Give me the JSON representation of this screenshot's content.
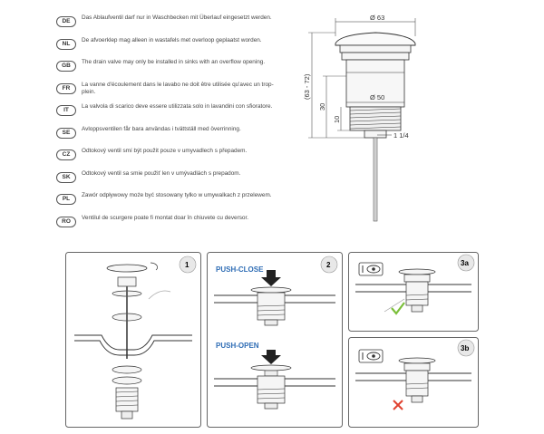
{
  "languages": [
    {
      "code": "DE",
      "text": "Das Ablaufventil darf nur in Waschbecken mit Überlauf eingesetzt werden."
    },
    {
      "code": "NL",
      "text": "De afvoerklep mag alleen in wastafels met overloop geplaatst worden."
    },
    {
      "code": "GB",
      "text": "The drain valve may only be installed in sinks with an overflow opening."
    },
    {
      "code": "FR",
      "text": "La vanne d'écoulement dans le lavabo ne doit être utilisée qu'avec un trop-plein."
    },
    {
      "code": "IT",
      "text": "La valvola di scarico deve essere utilizzata solo in lavandini con sfioratore."
    },
    {
      "code": "SE",
      "text": "Avloppsventilen får bara användas i tvättställ med överrinning."
    },
    {
      "code": "CZ",
      "text": "Odtokový ventil smí být použit pouze v umyvadlech s přepadem."
    },
    {
      "code": "SK",
      "text": "Odtokový ventil sa smie použiť len v umývadlách s prepadom."
    },
    {
      "code": "PL",
      "text": "Zawór odpływowy może być stosowany tylko w umywalkach z przelewem."
    },
    {
      "code": "RO",
      "text": "Ventilul de scurgere poate fi montat doar în chiuvete cu deversor."
    }
  ],
  "dimensions": {
    "top_diameter": "Ø 63",
    "body_diameter": "Ø 50",
    "height_range": "(63 - 72)",
    "height_30": "30",
    "height_10": "10",
    "thread": "1 1/4"
  },
  "steps": {
    "s1": "1",
    "s2": "2",
    "s3a": "3a",
    "s3b": "3b",
    "push_close": "PUSH-CLOSE",
    "push_open": "PUSH-OPEN"
  },
  "colors": {
    "check": "#7bbf3a",
    "cross": "#e0412f",
    "push_label": "#2f6db5"
  }
}
